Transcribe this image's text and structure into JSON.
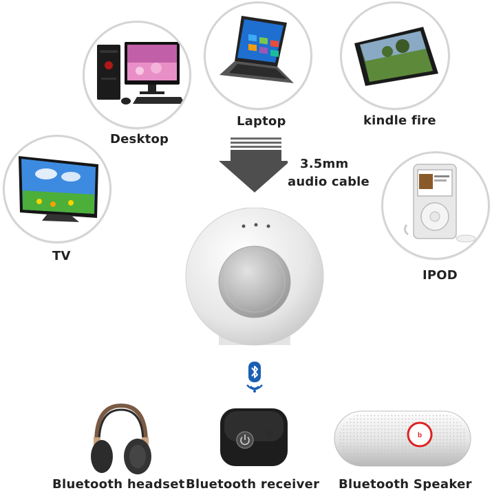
{
  "sources": {
    "desktop": "Desktop",
    "laptop": "Laptop",
    "kindle": "kindle fire",
    "tv": "TV",
    "ipod": "IPOD"
  },
  "cable": {
    "line1": "3.5mm",
    "line2": "audio cable"
  },
  "outputs": {
    "headset": "Bluetooth headset",
    "receiver": "Bluetooth receiver",
    "speaker": "Bluetooth Speaker"
  },
  "colors": {
    "bluetooth": "#1a5fb4",
    "circle_border": "#d4d4d4",
    "text": "#222222"
  },
  "icons": [
    "bluetooth-icon",
    "wireless-signal-icon",
    "down-arrow-icon"
  ]
}
